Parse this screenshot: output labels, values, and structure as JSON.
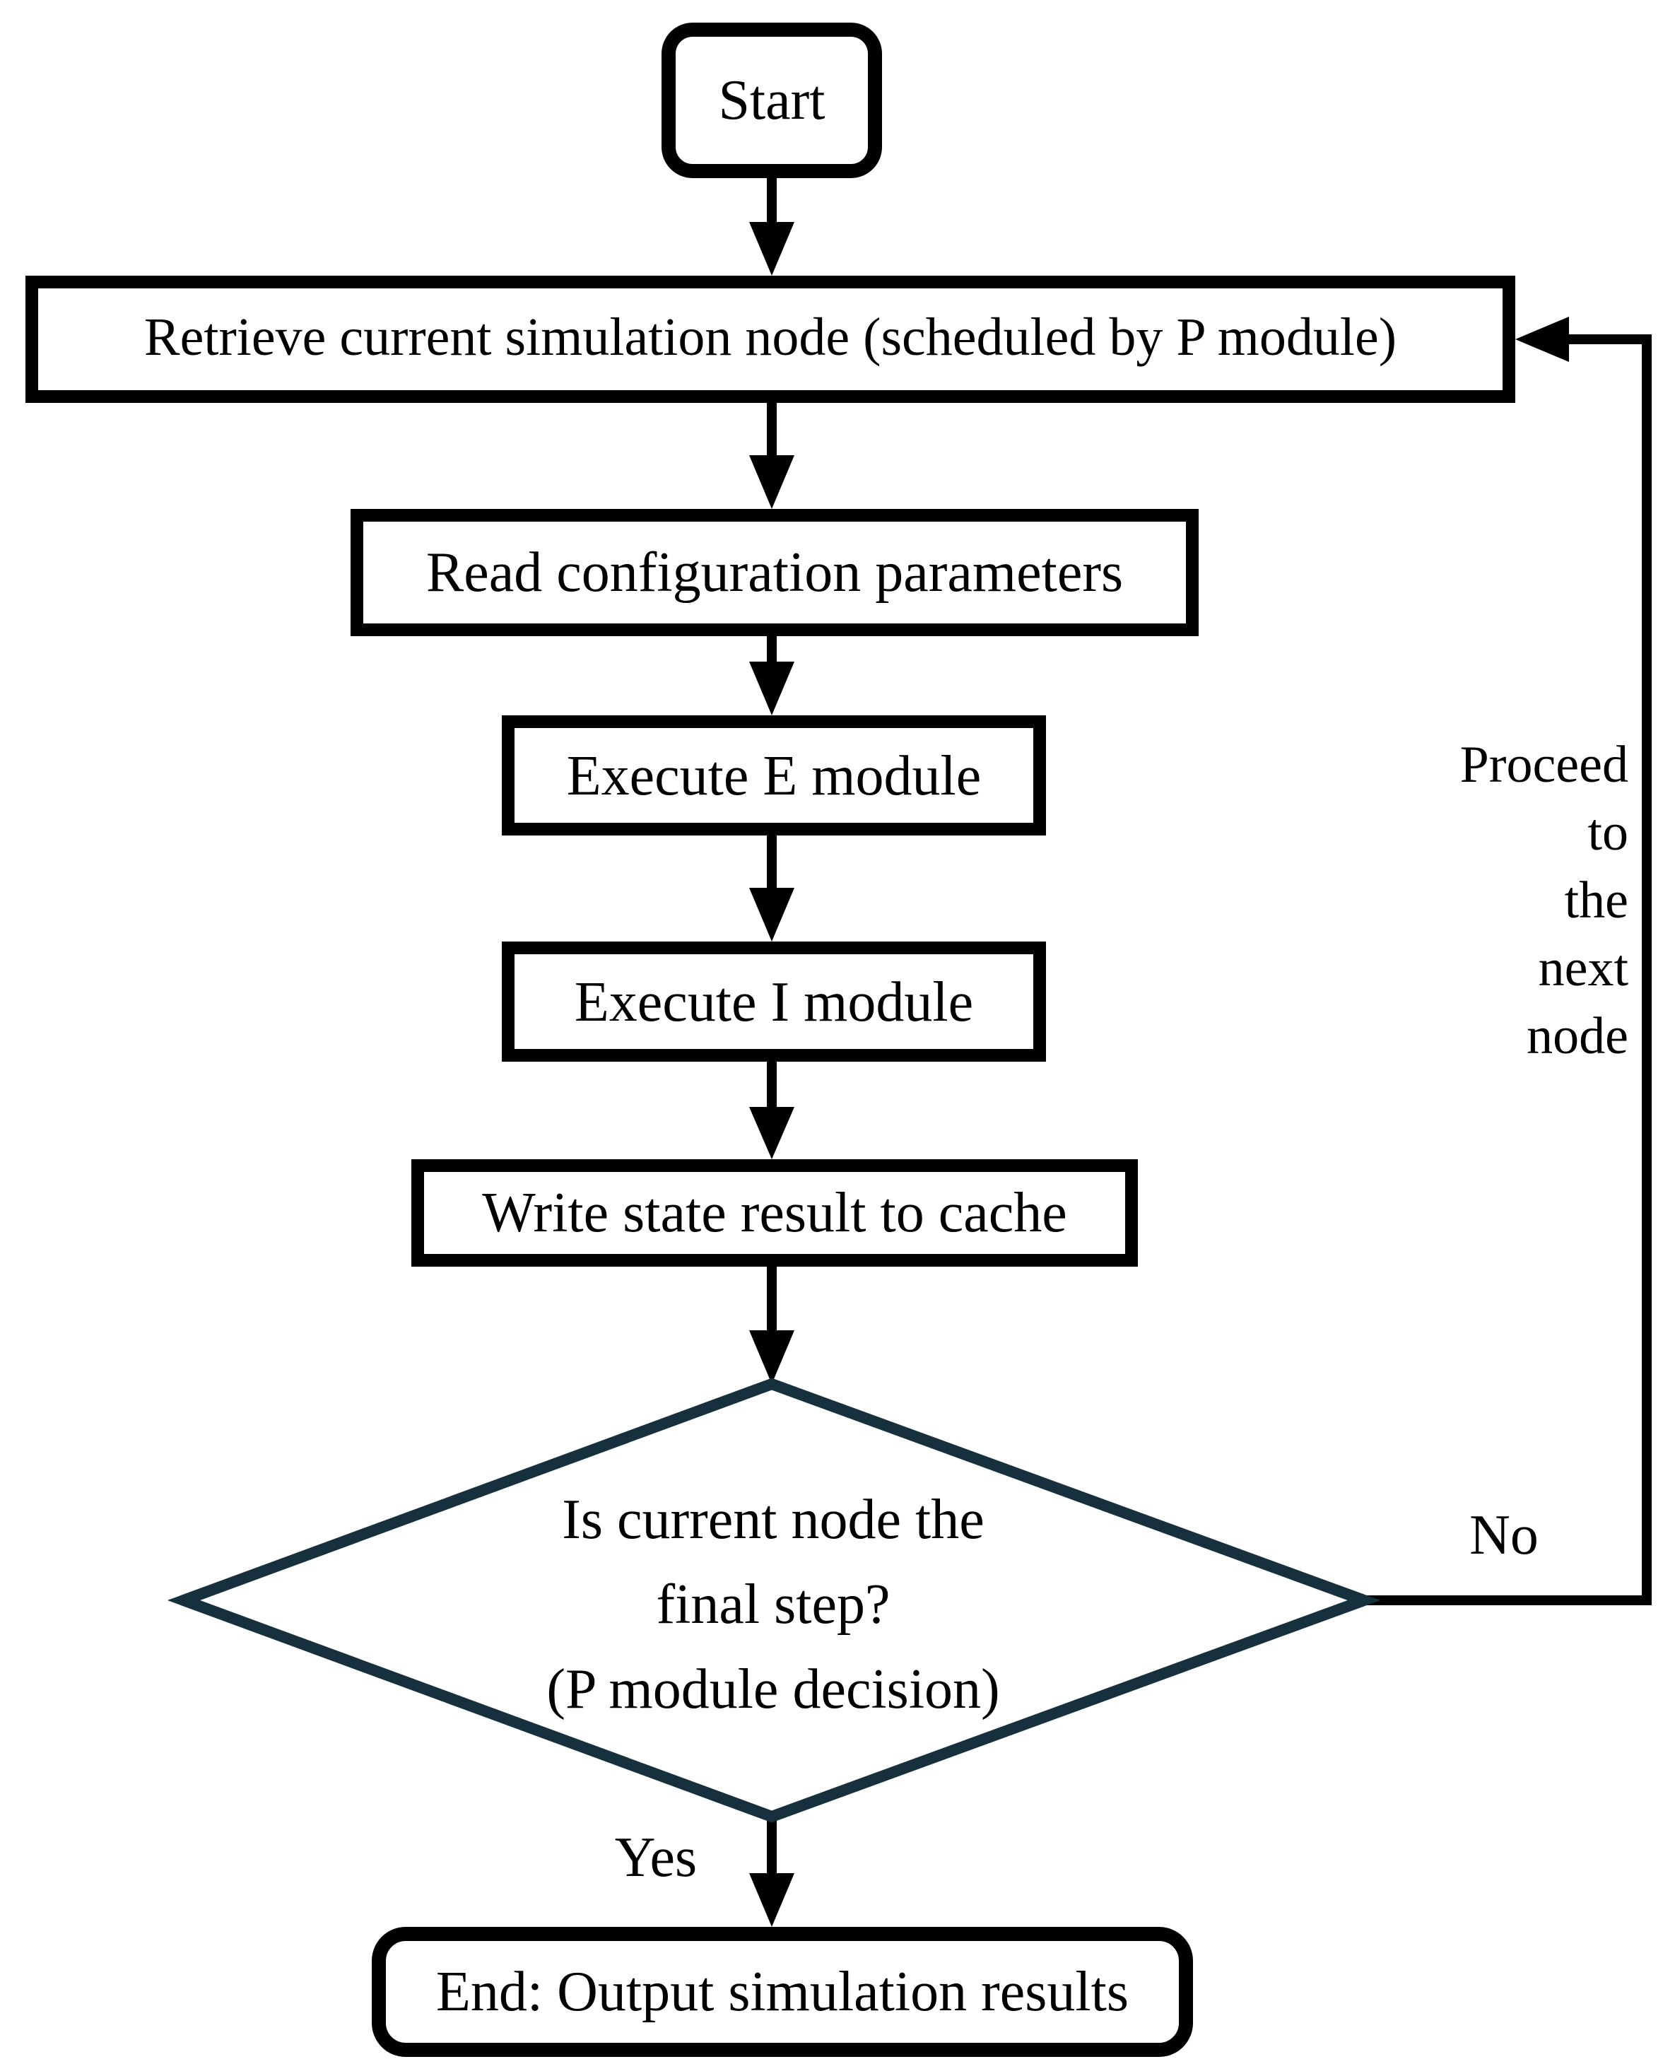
{
  "diagram": {
    "nodes": {
      "start": {
        "label": "Start"
      },
      "retrieve": {
        "label": "Retrieve current simulation node (scheduled by P module)"
      },
      "read_config": {
        "label": "Read configuration parameters"
      },
      "execute_e": {
        "label": "Execute E module"
      },
      "execute_i": {
        "label": "Execute I module"
      },
      "write_cache": {
        "label": "Write state result to cache"
      },
      "decision": {
        "label": "Is current node the\nfinal step?\n(P module decision)"
      },
      "end": {
        "label": "End: Output simulation results"
      }
    },
    "edge_labels": {
      "yes": "Yes",
      "no": "No",
      "loop": "Proceed\nto\nthe\nnext\nnode"
    },
    "colors": {
      "background": "#ffffff",
      "node_border": "#000000",
      "decision_border": "#17303e",
      "line": "#000000",
      "text": "#000000"
    }
  }
}
